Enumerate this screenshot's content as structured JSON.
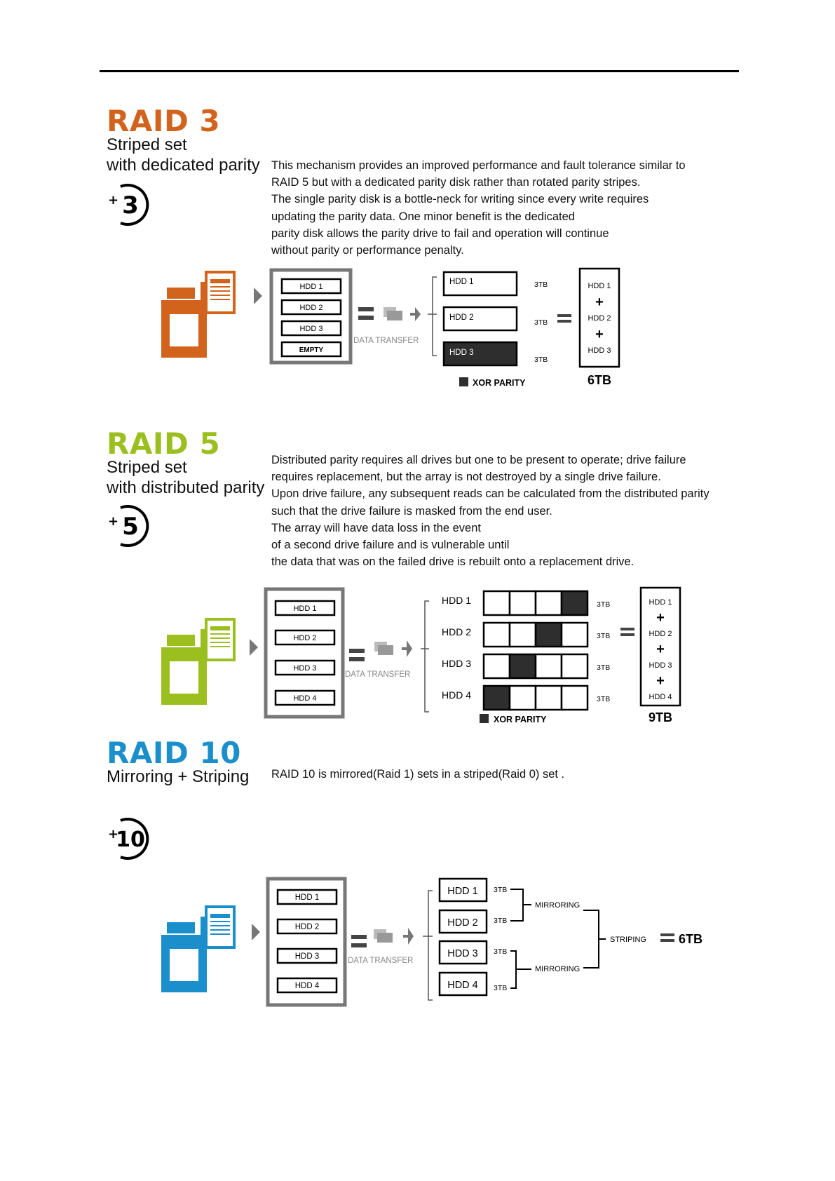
{
  "raid3": {
    "title": "RAID 3",
    "subtitle_1": "Striped set",
    "subtitle_2": "with dedicated parity",
    "badge": "3",
    "color": "#D2631D",
    "description": [
      "This mechanism provides an improved performance and fault tolerance similar to",
      "RAID 5 but with a dedicated parity disk rather than rotated parity stripes.",
      "The single parity disk is a bottle-neck for writing since every write requires",
      "updating the parity data. One minor benefit is the dedicated",
      "parity disk allows the parity drive to fail and operation will continue",
      "without parity or performance penalty."
    ],
    "diagram": {
      "nas_slots": [
        "HDD 1",
        "HDD 2",
        "HDD 3",
        "EMPTY"
      ],
      "data_transfer": "DATA TRANSFER",
      "disks": [
        "HDD 1",
        "HDD 2",
        "HDD 3"
      ],
      "disk_size": "3TB",
      "parity_legend": "XOR PARITY",
      "sum_items": [
        "HDD 1",
        "HDD 2",
        "HDD 3"
      ],
      "total": "6TB"
    }
  },
  "raid5": {
    "title": "RAID 5",
    "subtitle_1": "Striped set",
    "subtitle_2": "with distributed parity",
    "badge": "5",
    "color": "#9BBF1F",
    "description": [
      "Distributed parity requires all drives but one to be present to operate; drive failure",
      "requires replacement, but the array is not destroyed by a single drive failure.",
      "Upon drive failure, any subsequent reads can be calculated from the distributed parity",
      "such that the drive failure is masked from the end user.",
      "The array will have data loss in the event",
      "of a second drive failure and is vulnerable until",
      "the data that was on the failed drive is rebuilt onto a replacement drive."
    ],
    "diagram": {
      "nas_slots": [
        "HDD 1",
        "HDD 2",
        "HDD 3",
        "HDD 4"
      ],
      "data_transfer": "DATA TRANSFER",
      "disks": [
        "HDD 1",
        "HDD 2",
        "HDD 3",
        "HDD 4"
      ],
      "disk_size": "3TB",
      "parity_positions": [
        3,
        2,
        1,
        0
      ],
      "parity_legend": "XOR PARITY",
      "sum_items": [
        "HDD 1",
        "HDD 2",
        "HDD 3",
        "HDD 4"
      ],
      "total": "9TB"
    }
  },
  "raid10": {
    "title": "RAID 10",
    "subtitle_1": "Mirroring + Striping",
    "badge": "10",
    "color": "#1A8FCB",
    "description": [
      "RAID 10 is mirrored(Raid 1) sets in a striped(Raid 0) set ."
    ],
    "diagram": {
      "nas_slots": [
        "HDD 1",
        "HDD 2",
        "HDD 3",
        "HDD 4"
      ],
      "data_transfer": "DATA TRANSFER",
      "disks": [
        "HDD 1",
        "HDD 2",
        "HDD 3",
        "HDD 4"
      ],
      "disk_size": "3TB",
      "mirroring": "MIRRORING",
      "striping": "STRIPING",
      "total": "6TB"
    }
  }
}
